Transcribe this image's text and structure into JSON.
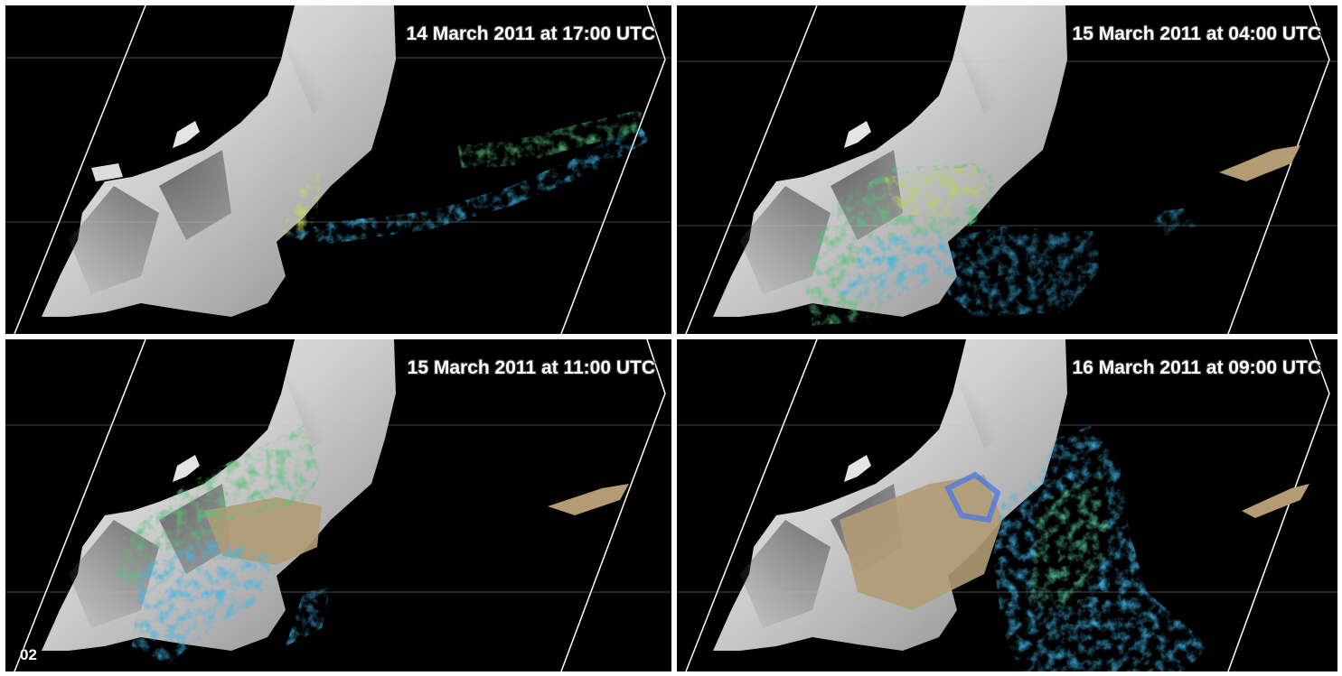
{
  "panels": [
    {
      "timestamp": "14 March 2011 at 17:00 UTC",
      "plume": "east-band"
    },
    {
      "timestamp": "15 March 2011 at 04:00 UTC",
      "plume": "inland-south"
    },
    {
      "timestamp": "15 March 2011 at 11:00 UTC",
      "plume": "inland-broad"
    },
    {
      "timestamp": "16 March 2011 at 09:00 UTC",
      "plume": "ocean-south"
    }
  ],
  "figure_label": "02",
  "colors": {
    "background": "#000000",
    "terrain_light": "#e6e6e6",
    "terrain_dark": "#6e6e6e",
    "deposition_tan": "#b39b74",
    "plume_blue": "#3fb6e8",
    "plume_green": "#57c27a",
    "plume_yellow": "#c8d85a",
    "grid_line": "#ffffff"
  }
}
